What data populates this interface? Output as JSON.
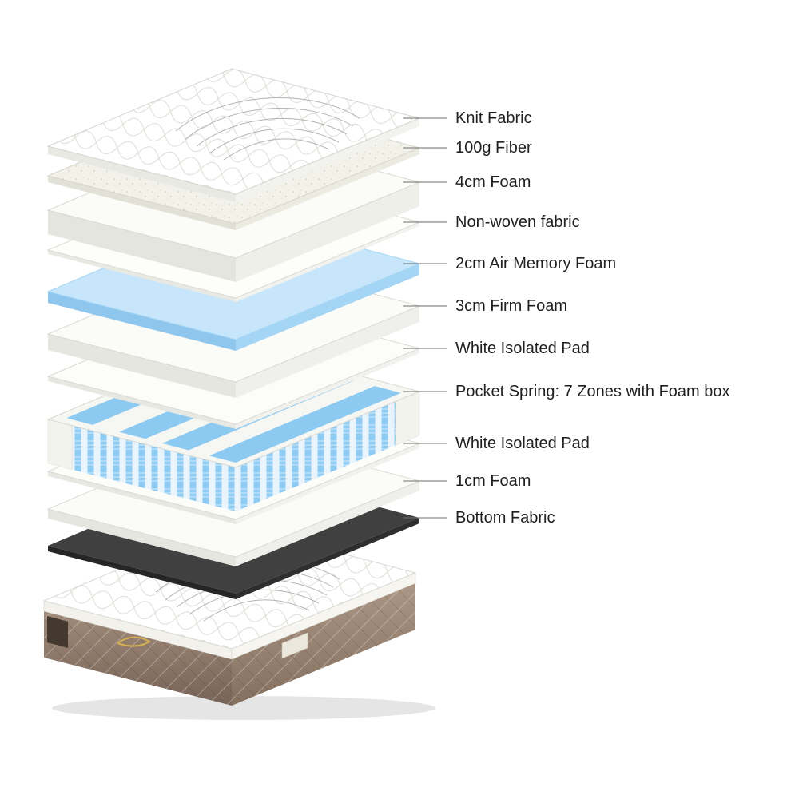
{
  "diagram": {
    "type": "exploded-mattress-layer-diagram",
    "background": "#ffffff",
    "labels": [
      {
        "text": "Knit Fabric"
      },
      {
        "text": "100g Fiber"
      },
      {
        "text": "4cm Foam"
      },
      {
        "text": "Non-woven fabric"
      },
      {
        "text": "2cm Air Memory Foam"
      },
      {
        "text": "3cm Firm Foam"
      },
      {
        "text": "White Isolated Pad"
      },
      {
        "text": "Pocket Spring: 7 Zones with Foam box"
      },
      {
        "text": "White Isolated Pad"
      },
      {
        "text": "1cm Foam"
      },
      {
        "text": "Bottom Fabric"
      }
    ],
    "colors": {
      "memory_foam_top": "#c7e6fb",
      "memory_foam_side_left": "#8fc6ee",
      "memory_foam_side_right": "#a5d5f5",
      "spring_blue": "#8ccaf1",
      "bottom_fabric": "#404040",
      "mattress_side_tan": "#9a8473",
      "label_text": "#1f1f1f"
    }
  }
}
